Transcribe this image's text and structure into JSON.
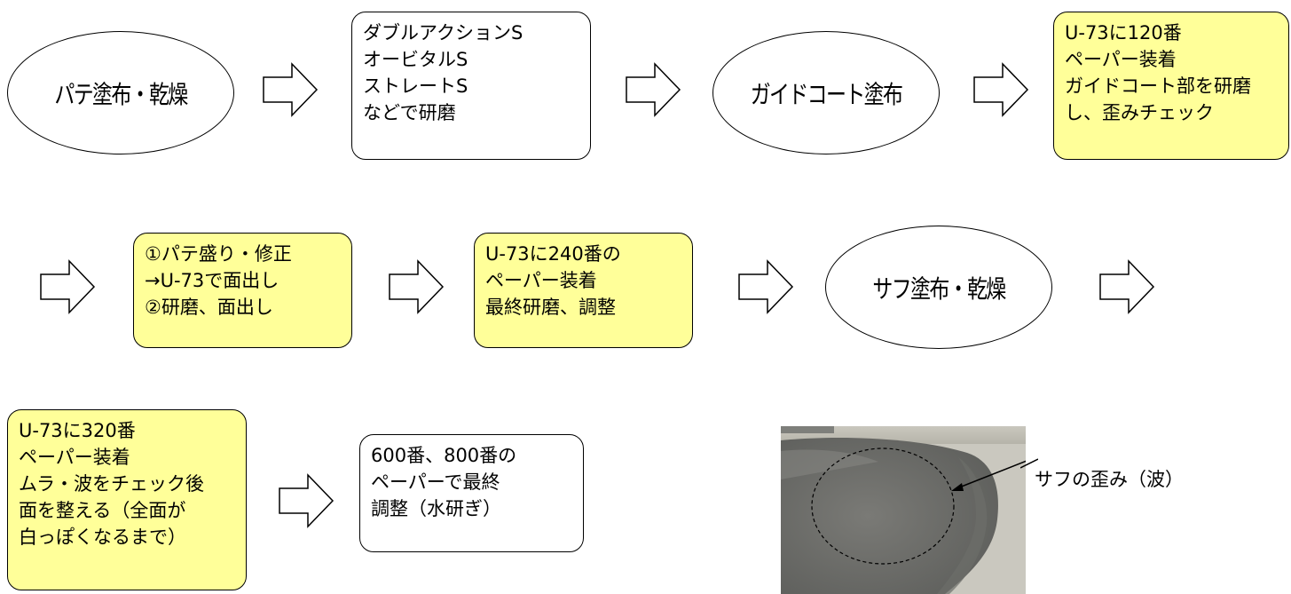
{
  "nodes": {
    "n1": "パテ塗布・乾燥",
    "n2": [
      "ダブルアクションS",
      "オービタルS",
      "ストレートS",
      "などで研磨"
    ],
    "n3": "ガイドコート塗布",
    "n4": [
      "U-73に120番",
      "ペーパー装着",
      "ガイドコート部を研磨",
      "し、歪みチェック"
    ],
    "n5": [
      "①パテ盛り・修正",
      "→U-73で面出し",
      "②研磨、面出し"
    ],
    "n6": [
      "U-73に240番の",
      "ペーパー装着",
      "最終研磨、調整"
    ],
    "n7": "サフ塗布・乾燥",
    "n8": [
      "U-73に320番",
      "ペーパー装着",
      "ムラ・波をチェック後",
      "面を整える（全面が",
      "白っぽくなるまで）"
    ],
    "n9": [
      "600番、800番の",
      "ペーパーで最終",
      "調整（水研ぎ）"
    ]
  },
  "photo": {
    "callout": "サフの歪み（波）"
  },
  "colors": {
    "highlight": "#ffff99",
    "border": "#000000"
  }
}
